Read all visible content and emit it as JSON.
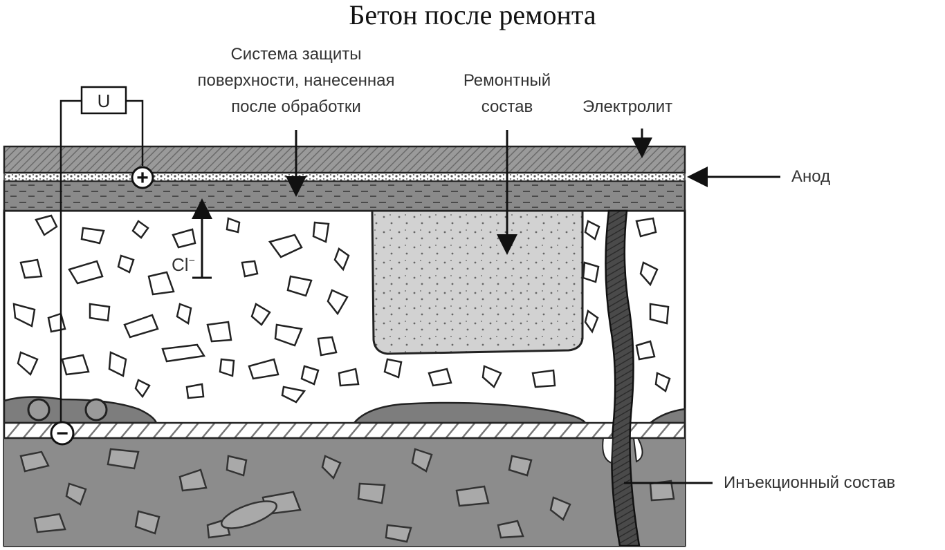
{
  "title": "Бетон после ремонта",
  "labels": {
    "surface_protection": [
      "Система защиты",
      "поверхности, нанесенная",
      "после обработки"
    ],
    "repair_compound": [
      "Ремонтный",
      "состав"
    ],
    "electrolyte": "Электролит",
    "anode": "Анод",
    "injection_compound": "Инъекционный состав",
    "voltage_source": "U",
    "chloride_ion": "Cl",
    "chloride_charge": "−",
    "plus_sign": "+",
    "minus_sign": "−"
  }
}
